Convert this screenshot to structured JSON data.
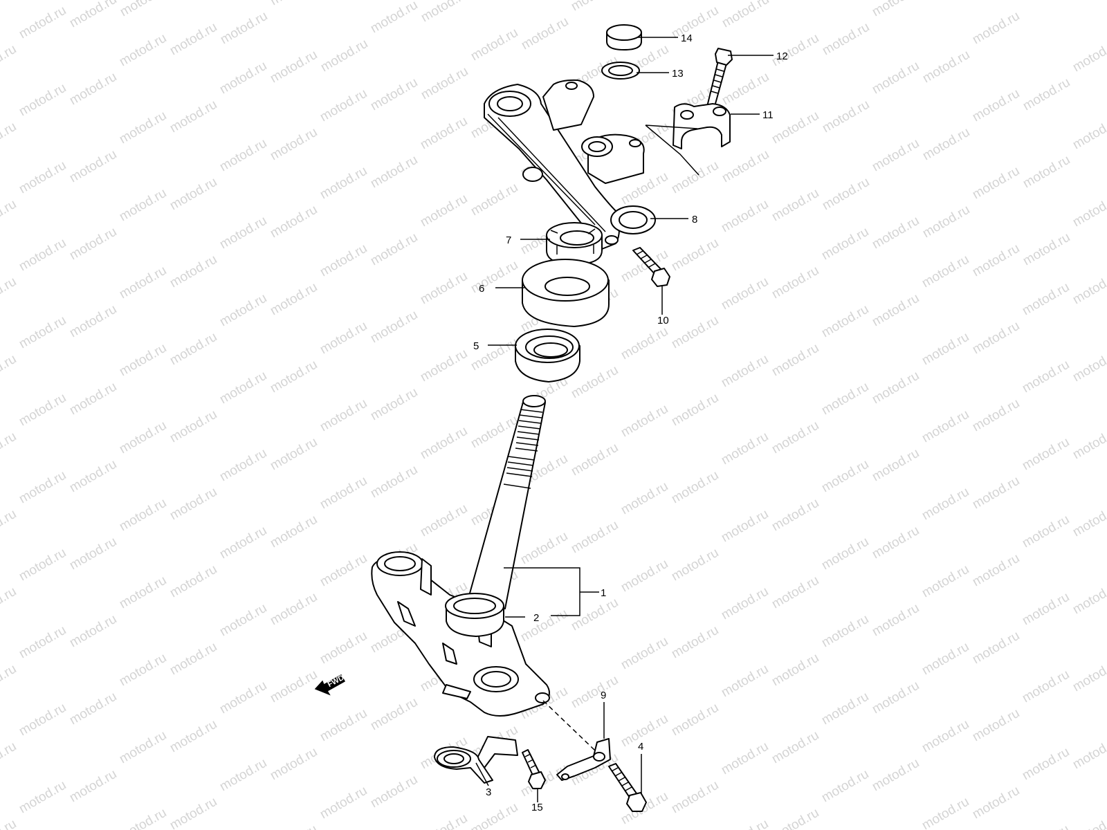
{
  "watermark": "motod.ru",
  "fwd_label": "FWD",
  "callouts": {
    "c1": "1",
    "c2": "2",
    "c3": "3",
    "c4": "4",
    "c5": "5",
    "c6": "6",
    "c7": "7",
    "c8": "8",
    "c9": "9",
    "c10": "10",
    "c11": "11",
    "c12": "12",
    "c13": "13",
    "c14": "14",
    "c15": "15"
  }
}
